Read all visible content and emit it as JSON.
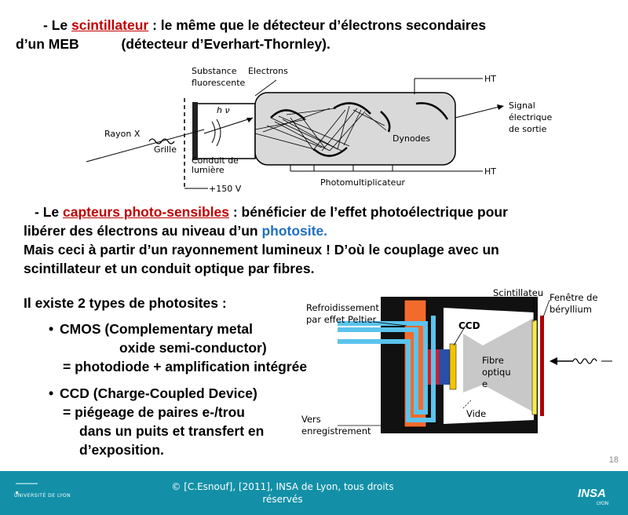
{
  "header": {
    "line1_prefix": "- Le ",
    "line1_term": "scintillateur",
    "line1_rest": " : le même que le détecteur d’électrons secondaires",
    "line2_a": "d’un MEB",
    "line2_b": "(détecteur d’Everhart-Thornley)."
  },
  "diagram1": {
    "substance": "Substance",
    "fluorescente": "fluorescente",
    "electrons": "Electrons",
    "hv": "h ν",
    "rayon_x": "Rayon X",
    "grille": "Grille",
    "conduit1": "Conduit de",
    "conduit2": "lumière",
    "voltage": "+150 V",
    "dynodes": "Dynodes",
    "pm": "Photomultiplicateur",
    "ht_top": "HT",
    "ht_bottom": "HT",
    "signal1": "Signal",
    "signal2": "électrique",
    "signal3": "de sortie"
  },
  "capteurs": {
    "prefix": "- Le ",
    "term": "capteurs photo-sensibles",
    "rest": " : bénéficier de l’effet photoélectrique pour",
    "line2_a": "libérer des électrons au niveau d’un ",
    "line2_term": "photosite.",
    "line3": "Mais ceci à partir d’un rayonnement lumineux ! D’où le couplage avec un",
    "line4": "scintillateur et un conduit optique par fibres."
  },
  "types": {
    "intro": "Il existe 2 types de photosites :",
    "cmos1": "CMOS (Complementary metal",
    "cmos2": "oxide semi-conductor)",
    "cmos3": "= photodiode + amplification intégrée",
    "ccd1": "CCD (Charge-Coupled Device)",
    "ccd2": "= piégeage de paires e-/trou",
    "ccd3": "dans un puits et transfert en",
    "ccd4": "d’exposition."
  },
  "diagram2": {
    "refroid1": "Refroidissement",
    "refroid2": "par effet Peltier",
    "scint": "Scintillateu",
    "fenetre1": "Fenêtre de",
    "fenetre2": "béryllium",
    "ccd": "CCD",
    "fibre1": "Fibre",
    "fibre2": "optiqu",
    "fibre3": "e",
    "vide": "Vide",
    "vers1": "Vers",
    "vers2": "enregistrement"
  },
  "footer": {
    "copyright": "© [C.Esnouf], [2011], INSA de Lyon, tous droits réservés",
    "page": "18",
    "univ_logo": "UNIVERSITÉ DE LYON",
    "insa_logo": "INSA",
    "insa_sub": "LYON"
  },
  "colors": {
    "footer_bg": "#1390a8",
    "accent_red": "#c00000",
    "accent_blue": "#1f6fc4",
    "peltier_orange": "#f26b2c",
    "pipe_blue": "#5bc3ee"
  }
}
